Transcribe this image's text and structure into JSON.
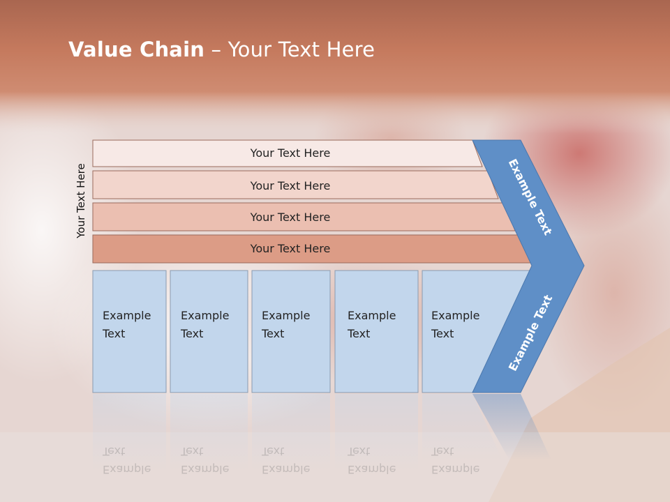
{
  "slide": {
    "title_bold": "Value Chain",
    "title_rest": " – Your Text Here",
    "side_label": "Your Text Here"
  },
  "rows": [
    {
      "label": "Your Text Here",
      "color": "#f7e9e6"
    },
    {
      "label": "Your Text Here",
      "color": "#f2d5cc"
    },
    {
      "label": "Your Text Here",
      "color": "#ebbfb1"
    },
    {
      "label": "Your Text Here",
      "color": "#dc9c86"
    }
  ],
  "columns": [
    {
      "line1": "Example",
      "line2": "Text"
    },
    {
      "line1": "Example",
      "line2": "Text"
    },
    {
      "line1": "Example",
      "line2": "Text"
    },
    {
      "line1": "Example",
      "line2": "Text"
    },
    {
      "line1": "Example",
      "line2": "Text"
    }
  ],
  "chevron": {
    "upper_label": "Example Text",
    "lower_label": "Example Text",
    "color": "#5f8fc7"
  },
  "colors": {
    "header": "#c47759",
    "column_fill": "#c2d6ec"
  }
}
